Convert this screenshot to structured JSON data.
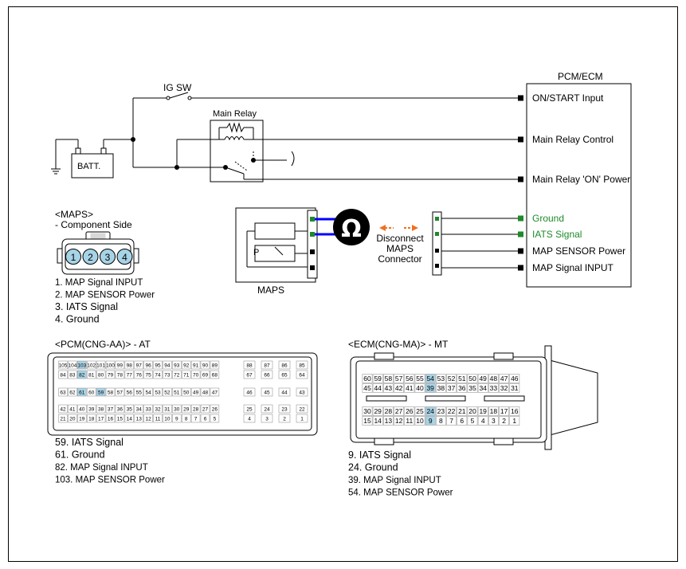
{
  "colors": {
    "green": "#1e8a2a",
    "highlight": "#a7d3e6",
    "wire": "#0000ff",
    "arrow": "#f07020"
  },
  "ig_sw": "IG SW",
  "batt": "BATT.",
  "main_relay": "Main Relay",
  "pcm_ecm": "PCM/ECM",
  "pcm_pins": [
    "ON/START Input",
    "Main Relay Control",
    "Main Relay 'ON' Power",
    "Ground",
    "IATS Signal",
    "MAP SENSOR Power",
    "MAP Signal  INPUT"
  ],
  "maps_label": "MAPS",
  "maps_p": "P",
  "ohm_icon": "ohmmeter-icon",
  "disconnect": [
    "Disconnect",
    "MAPS",
    "Connector"
  ],
  "maps_title": "<MAPS>",
  "maps_subtitle": "- Component Side",
  "maps_pins": [
    "1",
    "2",
    "3",
    "4"
  ],
  "maps_desc": [
    "1. MAP Signal  INPUT",
    "2. MAP SENSOR Power",
    "3. IATS Signal",
    "4. Ground"
  ],
  "pcm_title": "<PCM(CNG-AA)> - AT",
  "pcm_rows": [
    [
      "105",
      "104",
      "103",
      "102",
      "101",
      "100",
      "99",
      "98",
      "97",
      "96",
      "95",
      "94",
      "93",
      "92",
      "91",
      "90",
      "89",
      "88",
      "87",
      "86",
      "85"
    ],
    [
      "84",
      "83",
      "82",
      "81",
      "80",
      "79",
      "78",
      "77",
      "76",
      "75",
      "74",
      "73",
      "72",
      "71",
      "70",
      "69",
      "68",
      "67",
      "66",
      "65",
      "64"
    ],
    [
      "63",
      "62",
      "61",
      "60",
      "59",
      "58",
      "57",
      "56",
      "55",
      "54",
      "53",
      "52",
      "51",
      "50",
      "49",
      "48",
      "47",
      "46",
      "45",
      "44",
      "43"
    ],
    [
      "42",
      "41",
      "40",
      "39",
      "38",
      "37",
      "36",
      "35",
      "34",
      "33",
      "32",
      "31",
      "30",
      "29",
      "28",
      "27",
      "26",
      "25",
      "24",
      "23",
      "22"
    ],
    [
      "21",
      "20",
      "19",
      "18",
      "17",
      "16",
      "15",
      "14",
      "13",
      "12",
      "11",
      "10",
      "9",
      "8",
      "7",
      "6",
      "5",
      "4",
      "3",
      "2",
      "1"
    ]
  ],
  "pcm_highlight": [
    "103",
    "82",
    "61",
    "59"
  ],
  "pcm_desc": [
    "59. IATS Signal",
    "61. Ground",
    "82. MAP Signal  INPUT",
    "103. MAP SENSOR Power"
  ],
  "ecm_title": "<ECM(CNG-MA)> - MT",
  "ecm_rows": [
    [
      "60",
      "59",
      "58",
      "57",
      "56",
      "55",
      "54",
      "53",
      "52",
      "51",
      "50",
      "49",
      "48",
      "47",
      "46"
    ],
    [
      "45",
      "44",
      "43",
      "42",
      "41",
      "40",
      "39",
      "38",
      "37",
      "36",
      "35",
      "34",
      "33",
      "32",
      "31"
    ],
    [
      "30",
      "29",
      "28",
      "27",
      "26",
      "25",
      "24",
      "23",
      "22",
      "21",
      "20",
      "19",
      "18",
      "17",
      "16"
    ],
    [
      "15",
      "14",
      "13",
      "12",
      "11",
      "10",
      "9",
      "8",
      "7",
      "6",
      "5",
      "4",
      "3",
      "2",
      "1"
    ]
  ],
  "ecm_highlight": [
    "54",
    "39",
    "24",
    "9"
  ],
  "ecm_desc": [
    "9. IATS Signal",
    "24. Ground",
    "39. MAP Signal  INPUT",
    "54. MAP SENSOR Power"
  ]
}
